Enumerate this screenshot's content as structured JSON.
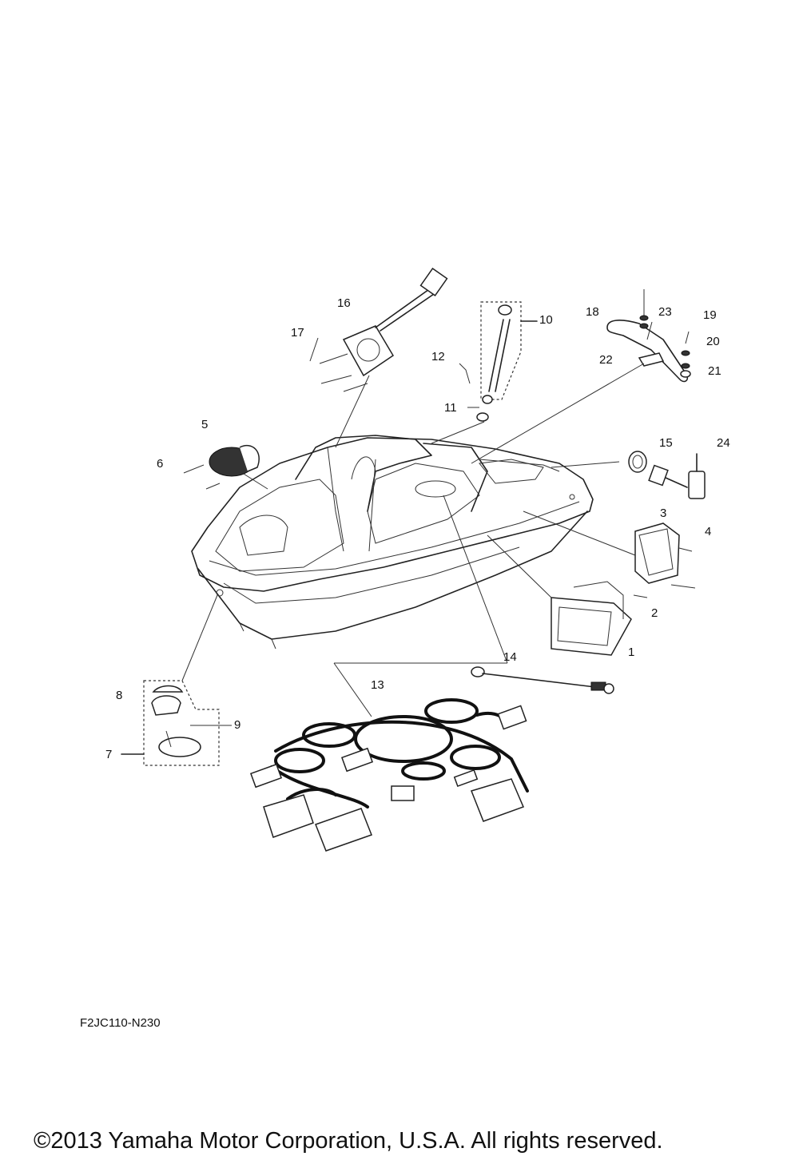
{
  "diagram": {
    "callouts": [
      {
        "id": "1",
        "text": "1"
      },
      {
        "id": "2",
        "text": "2"
      },
      {
        "id": "3",
        "text": "3"
      },
      {
        "id": "4",
        "text": "4"
      },
      {
        "id": "5",
        "text": "5"
      },
      {
        "id": "6",
        "text": "6"
      },
      {
        "id": "7",
        "text": "7"
      },
      {
        "id": "8",
        "text": "8"
      },
      {
        "id": "9",
        "text": "9"
      },
      {
        "id": "10",
        "text": "10"
      },
      {
        "id": "11",
        "text": "11"
      },
      {
        "id": "12",
        "text": "12"
      },
      {
        "id": "13",
        "text": "13"
      },
      {
        "id": "14",
        "text": "14"
      },
      {
        "id": "15",
        "text": "15"
      },
      {
        "id": "16",
        "text": "16"
      },
      {
        "id": "17",
        "text": "17"
      },
      {
        "id": "18",
        "text": "18"
      },
      {
        "id": "19",
        "text": "19"
      },
      {
        "id": "20",
        "text": "20"
      },
      {
        "id": "21",
        "text": "21"
      },
      {
        "id": "22",
        "text": "22"
      },
      {
        "id": "23",
        "text": "23"
      },
      {
        "id": "24",
        "text": "24"
      }
    ],
    "drawing_code": "F2JC110-N230",
    "copyright": "©2013 Yamaha Motor Corporation, U.S.A. All rights reserved."
  }
}
